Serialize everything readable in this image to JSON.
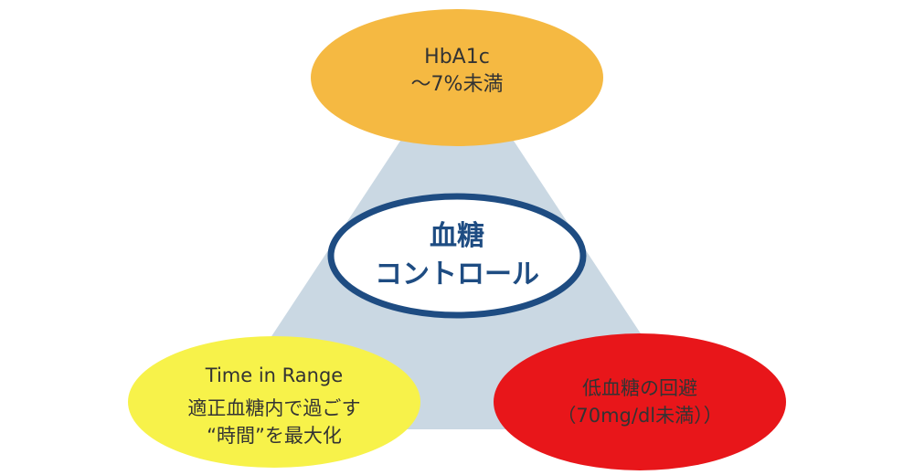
{
  "colors": {
    "triangle": "#cad8e3",
    "top_ellipse": "#f5b942",
    "center_fill": "#ffffff",
    "center_stroke": "#1e4c82",
    "left_ellipse": "#f7f24a",
    "right_ellipse": "#e8161a",
    "text": "#333333",
    "center_text": "#1e4c82"
  },
  "top": {
    "line1": "HbA1c",
    "line2": "～7%未満"
  },
  "center": {
    "line1": "血糖",
    "line2": "コントロール"
  },
  "left": {
    "title": "Time in Range",
    "line2": "適正血糖内で過ごす",
    "line3": "“時間”を最大化"
  },
  "right": {
    "line1": "低血糖の回避",
    "line2": "（70mg/dl未満））"
  }
}
